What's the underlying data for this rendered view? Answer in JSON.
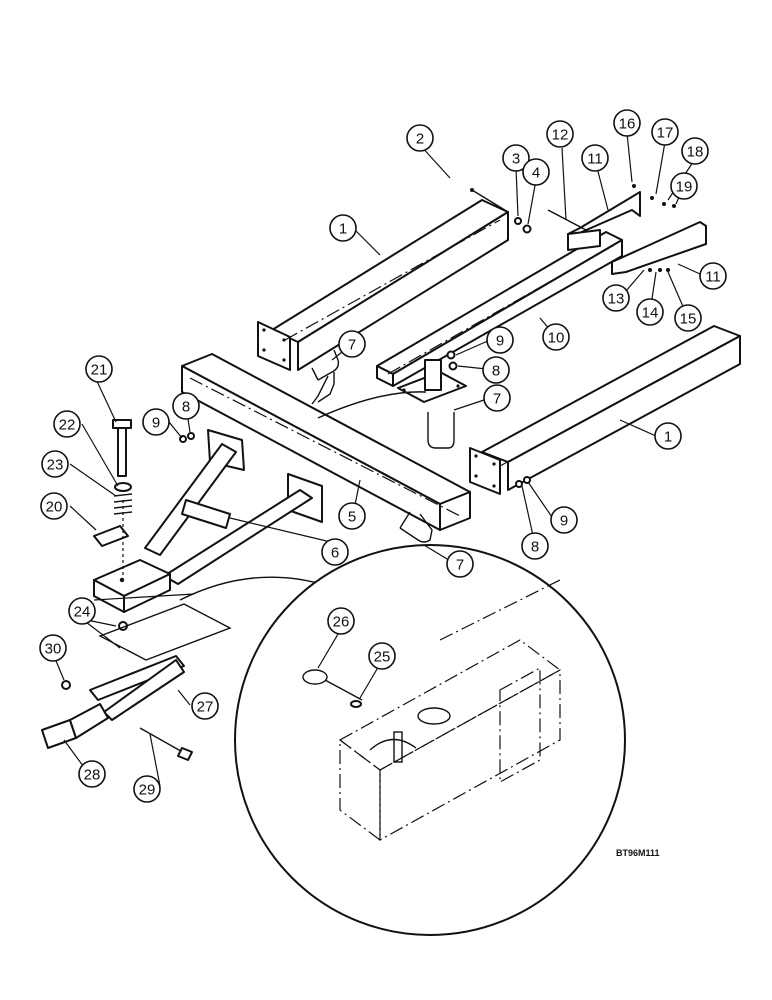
{
  "drawing_code": "BT96M111",
  "callouts": [
    {
      "label": "1"
    },
    {
      "label": "2"
    },
    {
      "label": "3"
    },
    {
      "label": "4"
    },
    {
      "label": "12"
    },
    {
      "label": "11"
    },
    {
      "label": "16"
    },
    {
      "label": "17"
    },
    {
      "label": "18"
    },
    {
      "label": "19"
    },
    {
      "label": "11"
    },
    {
      "label": "13"
    },
    {
      "label": "14"
    },
    {
      "label": "15"
    },
    {
      "label": "10"
    },
    {
      "label": "9"
    },
    {
      "label": "8"
    },
    {
      "label": "7"
    },
    {
      "label": "7"
    },
    {
      "label": "1"
    },
    {
      "label": "21"
    },
    {
      "label": "22"
    },
    {
      "label": "23"
    },
    {
      "label": "20"
    },
    {
      "label": "9"
    },
    {
      "label": "8"
    },
    {
      "label": "5"
    },
    {
      "label": "6"
    },
    {
      "label": "9"
    },
    {
      "label": "8"
    },
    {
      "label": "7"
    },
    {
      "label": "24"
    },
    {
      "label": "30"
    },
    {
      "label": "27"
    },
    {
      "label": "28"
    },
    {
      "label": "29"
    },
    {
      "label": "26"
    },
    {
      "label": "25"
    }
  ]
}
